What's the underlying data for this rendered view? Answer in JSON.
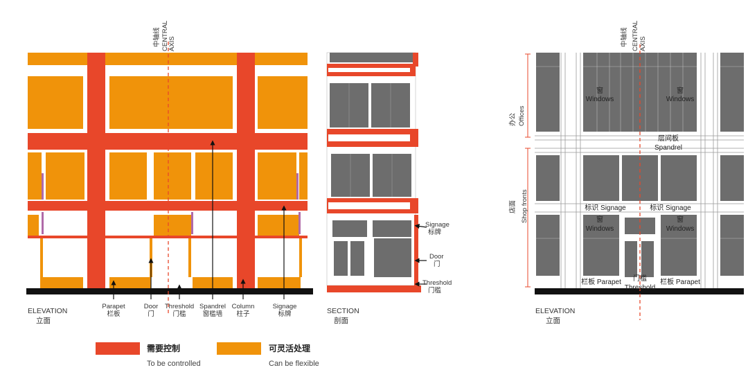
{
  "colors": {
    "controlled": "#e8472a",
    "flexible": "#f0930a",
    "glass": "#6d6d6d",
    "ground": "#111111",
    "axis": "#e8472a"
  },
  "left": {
    "axis_cn": "中轴线",
    "axis_en_1": "CENTRAL",
    "axis_en_2": "AXIS",
    "elevation_en": "ELEVATION",
    "elevation_cn": "立面",
    "callouts": [
      {
        "en": "Parapet",
        "cn": "栏板"
      },
      {
        "en": "Door",
        "cn": "门"
      },
      {
        "en": "Threshold",
        "cn": "门槛"
      },
      {
        "en": "Spandrel",
        "cn": "窗槛墙"
      },
      {
        "en": "Column",
        "cn": "柱子"
      },
      {
        "en": "Signage",
        "cn": "标牌"
      }
    ]
  },
  "section": {
    "title_en": "SECTION",
    "title_cn": "剖面",
    "signage_en": "Signage",
    "signage_cn": "标牌",
    "door_en": "Door",
    "door_cn": "门",
    "threshold_en": "Threshold",
    "threshold_cn": "门槛"
  },
  "right": {
    "axis_cn": "中轴线",
    "axis_en_1": "CENTRAL",
    "axis_en_2": "AXIS",
    "offices_cn": "办公",
    "offices_en": "Offices",
    "shops_cn": "店面",
    "shops_en": "Shop fronts",
    "window_cn": "窗",
    "window_en": "Windows",
    "spandrel_cn": "层间板",
    "spandrel_en": "Spandrel",
    "signage": "标识 Signage",
    "parapet": "栏板 Parapet",
    "door_cn": "门槛",
    "threshold_en": "Threshold",
    "elevation_en": "ELEVATION",
    "elevation_cn": "立面"
  },
  "legend": {
    "controlled_cn": "需要控制",
    "controlled_en": "To be controlled",
    "flexible_cn": "可灵活处理",
    "flexible_en": "Can be flexible"
  }
}
